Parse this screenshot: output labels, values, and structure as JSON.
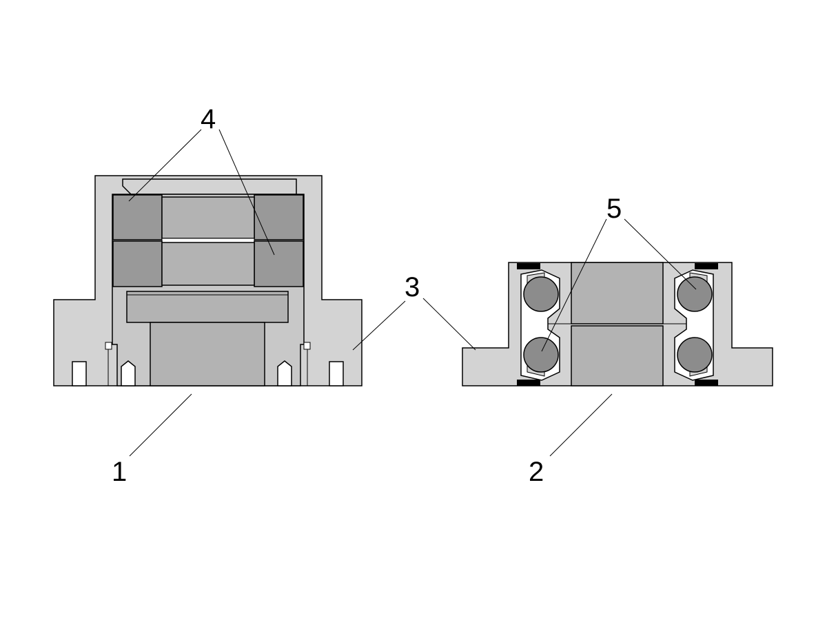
{
  "labels": {
    "assembly_left": "1",
    "assembly_right": "2",
    "housing": "3",
    "rollers": "4",
    "balls": "5"
  },
  "colors": {
    "housing": "#d3d3d3",
    "block": "#b3b3b3",
    "roller": "#999999",
    "ball": "#8c8c8c",
    "seal": "#000000",
    "cage": "#ffffff",
    "outline": "#000000"
  }
}
